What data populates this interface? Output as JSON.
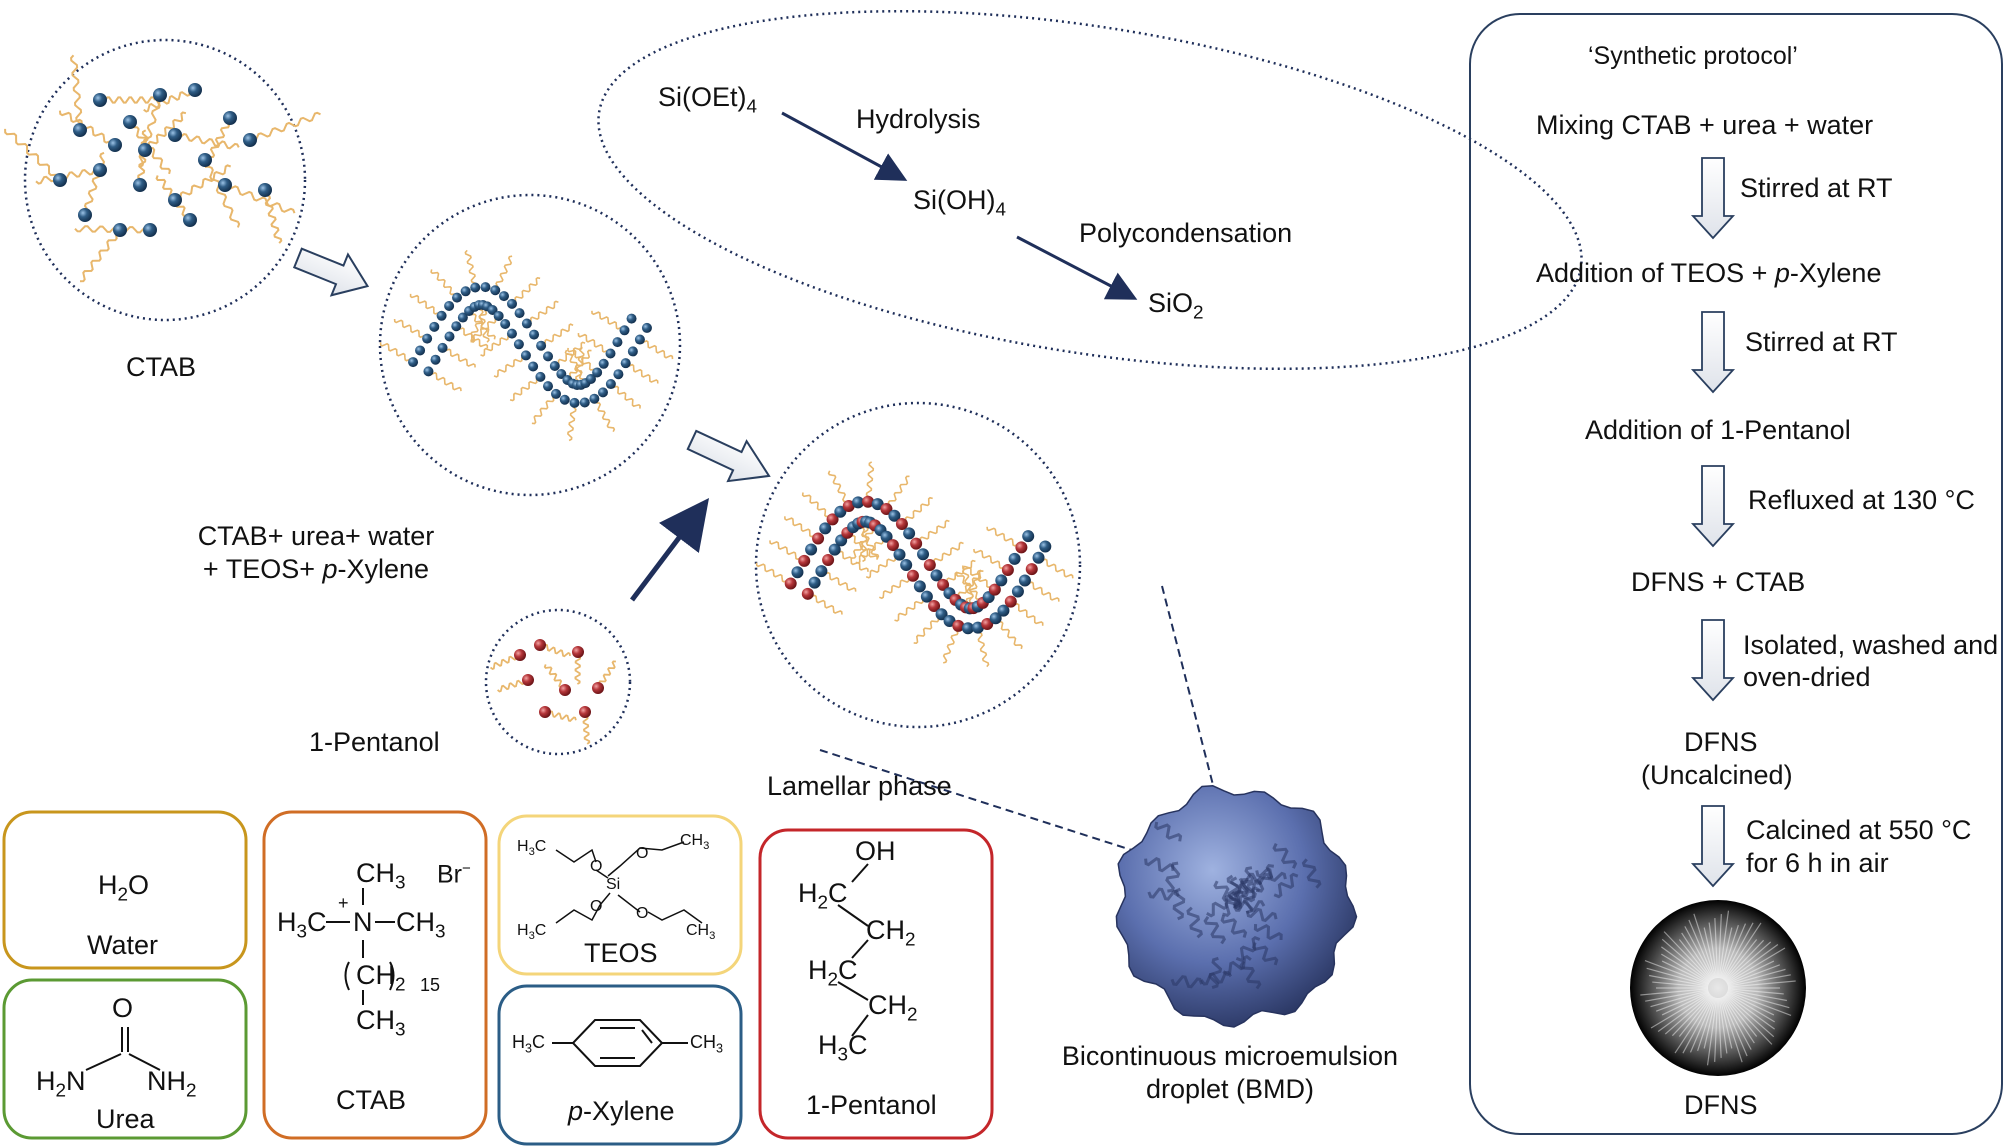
{
  "colors": {
    "dot_border": "#1f2f5a",
    "tail": "#e8b76c",
    "blue_bead": "#2f5d86",
    "red_bead": "#b6373b",
    "arrow_dark": "#1f2f5a",
    "water_box": "#c8961d",
    "urea_box": "#5b9a33",
    "ctab_box": "#d06d25",
    "teos_box": "#f4d57a",
    "xylene_box": "#2b5d86",
    "pentanol_box": "#c4262a",
    "protocol_box": "#2a3f5f"
  },
  "labels": {
    "ctab_micelle": "CTAB",
    "mixture_line1": "CTAB+ urea+ water",
    "mixture_line2_prefix": "+ TEOS+ ",
    "mixture_line2_italic": "p",
    "mixture_line2_suffix": "-Xylene",
    "pentanol": "1-Pentanol",
    "lamellar": "Lamellar phase",
    "bmd_line1": "Bicontinuous microemulsion",
    "bmd_line2": "droplet (BMD)"
  },
  "reaction": {
    "teos": "Si(OEt)",
    "teos_sub": "4",
    "hydrolysis": "Hydrolysis",
    "silicic": "Si(OH)",
    "silicic_sub": "4",
    "polycondensation": "Polycondensation",
    "silica": "SiO",
    "silica_sub": "2"
  },
  "reagents": {
    "water_formula": "H",
    "water_formula_sub": "2",
    "water_formula_end": "O",
    "water_name": "Water",
    "urea_name": "Urea",
    "ctab_name": "CTAB",
    "teos_name": "TEOS",
    "xylene_italic": "p",
    "xylene_suffix": "-Xylene",
    "pentanol_name": "1-Pentanol"
  },
  "protocol": {
    "title": "‘Synthetic protocol’",
    "steps": [
      "Mixing CTAB + urea + water",
      "Stirred at RT",
      "Addition of TEOS + ",
      "Stirred at RT",
      "Addition of 1-Pentanol",
      "Refluxed at 130 °C",
      "DFNS + CTAB",
      "Isolated, washed and",
      "oven-dried",
      "DFNS",
      "(Uncalcined)",
      "Calcined at 550 °C",
      "for 6 h in air",
      "DFNS"
    ],
    "xylene_italic": "p",
    "xylene_suffix": "-Xylene"
  }
}
